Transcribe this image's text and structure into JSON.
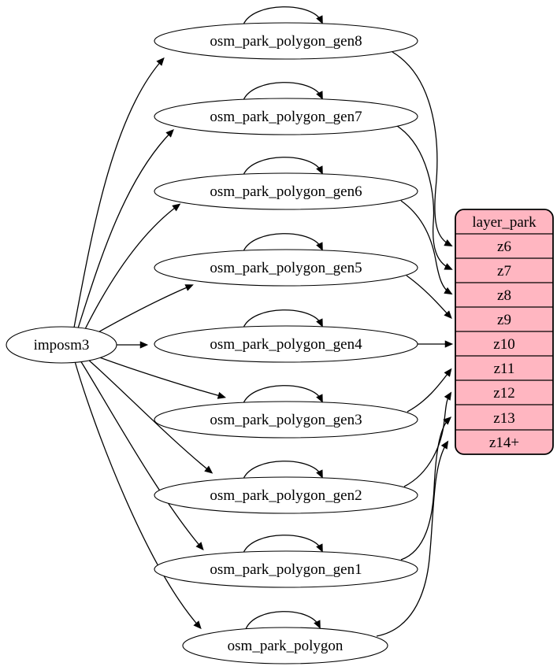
{
  "diagram": {
    "source_node": {
      "label": "imposm3"
    },
    "table_nodes": [
      {
        "label": "osm_park_polygon_gen8"
      },
      {
        "label": "osm_park_polygon_gen7"
      },
      {
        "label": "osm_park_polygon_gen6"
      },
      {
        "label": "osm_park_polygon_gen5"
      },
      {
        "label": "osm_park_polygon_gen4"
      },
      {
        "label": "osm_park_polygon_gen3"
      },
      {
        "label": "osm_park_polygon_gen2"
      },
      {
        "label": "osm_park_polygon_gen1"
      },
      {
        "label": "osm_park_polygon"
      }
    ],
    "layer_node": {
      "title": "layer_park",
      "rows": [
        "z6",
        "z7",
        "z8",
        "z9",
        "z10",
        "z11",
        "z12",
        "z13",
        "z14+"
      ]
    },
    "edges": {
      "from_source_to": [
        "osm_park_polygon_gen8",
        "osm_park_polygon_gen7",
        "osm_park_polygon_gen6",
        "osm_park_polygon_gen5",
        "osm_park_polygon_gen4",
        "osm_park_polygon_gen3",
        "osm_park_polygon_gen2",
        "osm_park_polygon_gen1",
        "osm_park_polygon"
      ],
      "table_to_layer": [
        {
          "from": "osm_park_polygon_gen8",
          "to": "z6"
        },
        {
          "from": "osm_park_polygon_gen7",
          "to": "z7"
        },
        {
          "from": "osm_park_polygon_gen6",
          "to": "z8"
        },
        {
          "from": "osm_park_polygon_gen5",
          "to": "z9"
        },
        {
          "from": "osm_park_polygon_gen4",
          "to": "z10"
        },
        {
          "from": "osm_park_polygon_gen3",
          "to": "z11"
        },
        {
          "from": "osm_park_polygon_gen2",
          "to": "z12"
        },
        {
          "from": "osm_park_polygon_gen1",
          "to": "z13"
        },
        {
          "from": "osm_park_polygon",
          "to": "z14+"
        }
      ],
      "self_loops": [
        "osm_park_polygon_gen8",
        "osm_park_polygon_gen7",
        "osm_park_polygon_gen6",
        "osm_park_polygon_gen5",
        "osm_park_polygon_gen4",
        "osm_park_polygon_gen3",
        "osm_park_polygon_gen2",
        "osm_park_polygon_gen1",
        "osm_park_polygon"
      ]
    },
    "colors": {
      "layer_fill": "#ffb6c1",
      "node_fill": "#ffffff",
      "stroke": "#000000"
    }
  }
}
